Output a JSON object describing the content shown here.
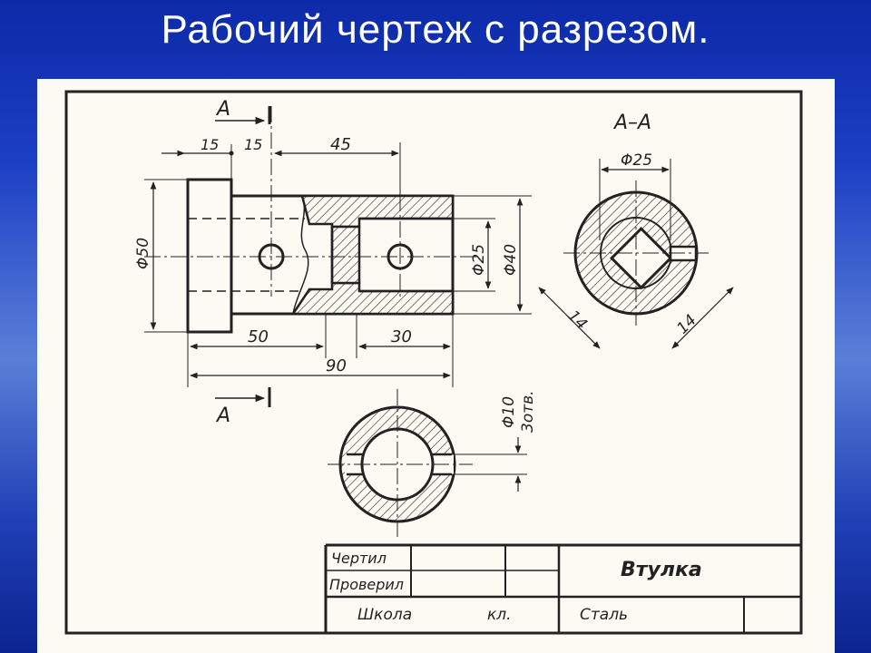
{
  "slide": {
    "title": "Рабочий чертеж с разрезом."
  },
  "drawing": {
    "cut_labels": {
      "top": "А",
      "bottom": "А"
    },
    "section_label": "А–А",
    "dims": {
      "d15_left": "15",
      "d15_right": "15",
      "d45": "45",
      "d50": "50",
      "d30": "30",
      "d90": "90",
      "phi50": "Φ50",
      "phi25": "Φ25",
      "phi40": "Φ40",
      "sec_phi25": "Φ25",
      "sec_14_left": "14",
      "sec_14_right": "14",
      "phi10": "Φ10",
      "holes3": "3отв."
    }
  },
  "title_block": {
    "drawn_label": "Чертил",
    "checked_label": "Проверил",
    "school_label": "Школа",
    "class_label": "кл.",
    "material": "Сталь",
    "part_name": "Втулка"
  },
  "colors": {
    "background": "#1d3fc4",
    "sheet": "#fbfaf3",
    "ink": "#222222"
  }
}
